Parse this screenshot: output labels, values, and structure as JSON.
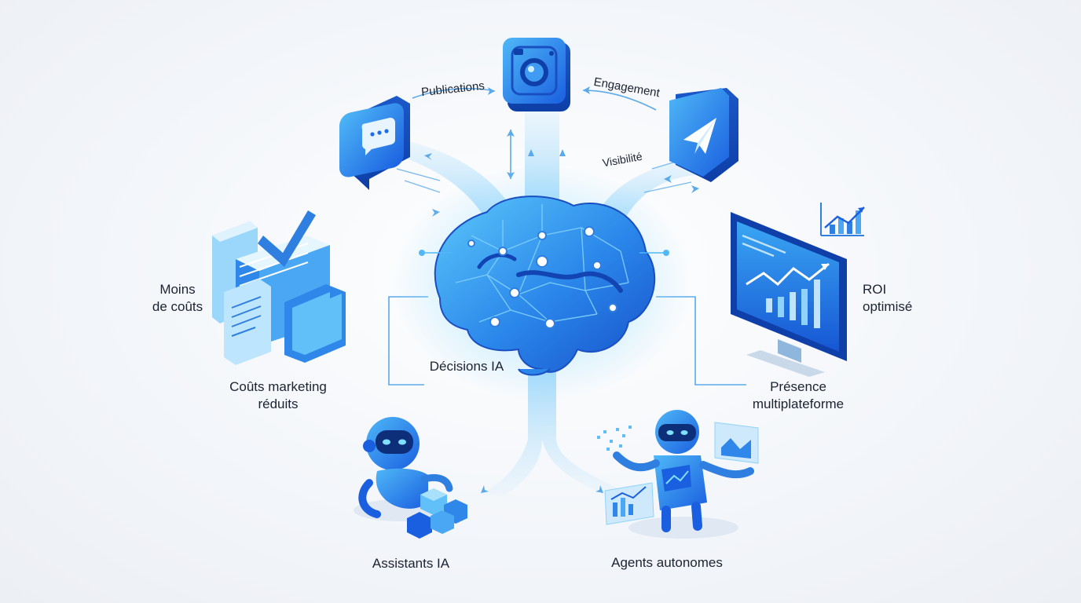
{
  "labels": {
    "publications": "Publications",
    "engagement": "Engagement",
    "visibilite": "Visibilité",
    "moins_couts": [
      "Moins",
      "de coûts"
    ],
    "couts_marketing": [
      "Coûts marketing",
      "réduits"
    ],
    "decisions_ia": "Décisions IA",
    "roi": [
      "ROI",
      "optimisé"
    ],
    "presence": [
      "Présence",
      "multiplateforme"
    ],
    "assistants_ia": "Assistants IA",
    "agents_autonomes": "Agents autonomes"
  },
  "icons": {
    "chat": "chat-bubble-icon",
    "camera": "camera-app-icon",
    "send": "paper-plane-icon",
    "documents": "documents-checkmark-icon",
    "monitor": "monitor-analytics-icon",
    "brain": "ai-brain-icon",
    "assistant": "assistant-robot-icon",
    "agent": "agent-robot-icon"
  },
  "colors": {
    "primary": "#1f6ee8",
    "light": "#4fb8f7",
    "pale": "#bfe3fb",
    "text": "#1c2230",
    "line": "#5aa9ea"
  }
}
